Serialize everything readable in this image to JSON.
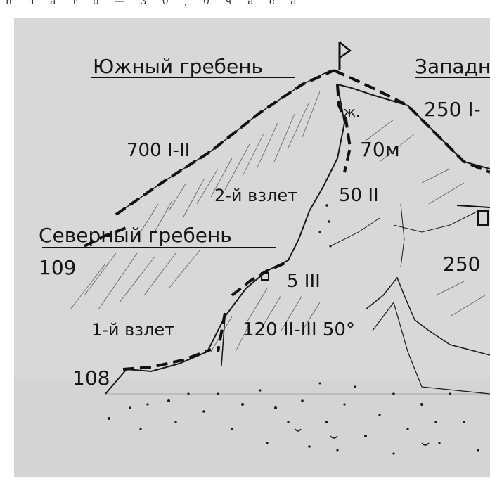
{
  "header": {
    "text": "п л а т о — 3 0 , 0 ч а с а"
  },
  "labels": {
    "south_ridge": "Южный гребень",
    "west_ridge": "Западн",
    "north_ridge": "Северный гребень",
    "south_ridge_grade": "700 I-II",
    "west_ridge_grade": "250 I-",
    "west_lower_grade": "250",
    "pitch_zh": "ж.",
    "pitch_70m": "70м",
    "second_step": "2-й взлет",
    "second_step_grade": "50 II",
    "first_step": "1-й взлет",
    "first_step_grade": "120 II-III 50°",
    "pitch_5": "5 III",
    "point_109": "109",
    "point_108": "108"
  }
}
